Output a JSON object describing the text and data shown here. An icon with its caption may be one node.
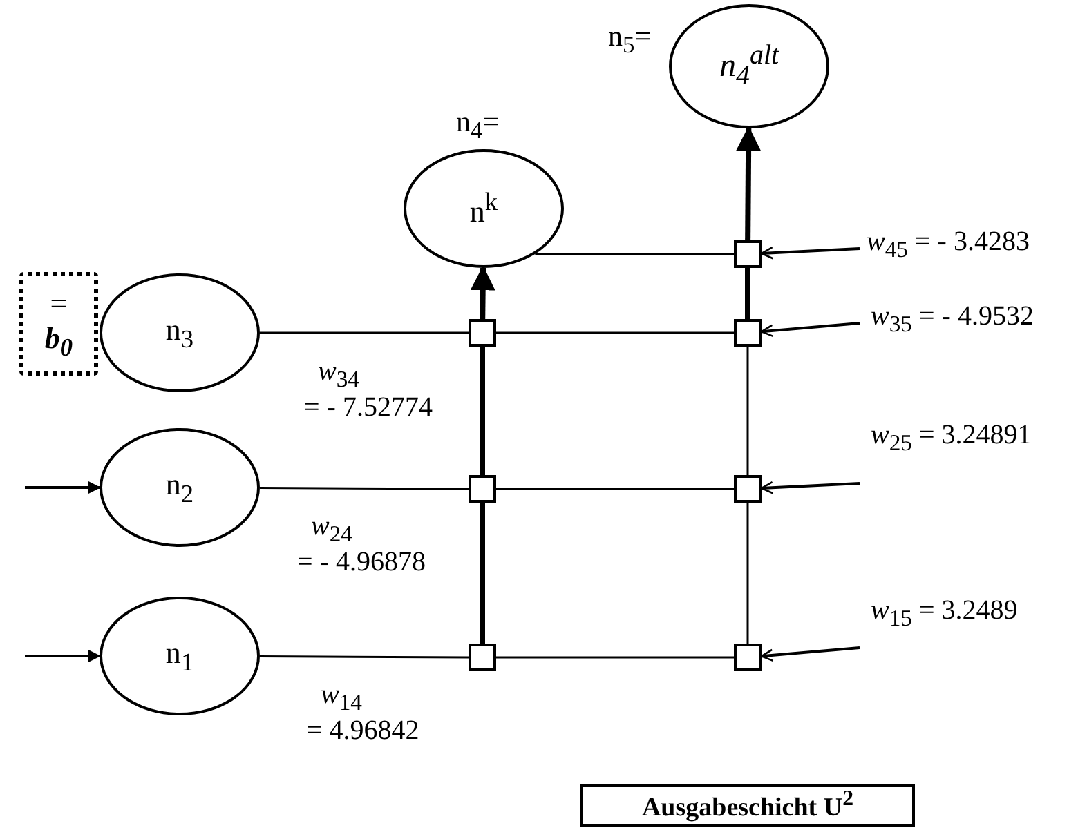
{
  "diagram": {
    "nodes": [
      {
        "text": [
          "n$_{4}$$^{alt}$"
        ],
        "beside": [
          "n$_{5}$="
        ]
      },
      {
        "text": [
          "n$^{k}$"
        ],
        "beside": [
          "n$_{4}$="
        ]
      },
      {
        "text": [
          "=",
          "b$_{0}$"
        ]
      },
      {
        "text": [
          "n$_{3}$"
        ]
      },
      {
        "text": [
          "n$_{2}$"
        ]
      },
      {
        "text": [
          "n$_{1}$"
        ]
      },
      {
        "text": [],
        "shape": "box"
      },
      {
        "text": [],
        "shape": "box"
      },
      {
        "text": [],
        "shape": "box"
      },
      {
        "text": [],
        "shape": "box"
      },
      {
        "text": [],
        "shape": "box"
      },
      {
        "text": [],
        "shape": "box"
      },
      {
        "text": [],
        "shape": "box"
      },
      {
        "text": [
          "Ausgabeschicht U$^{2}$"
        ]
      }
    ],
    "edges": [
      {
        "from": 3,
        "to": 7,
        "arrow": "none",
        "label": "*w*$_{34}$ = - 7.52774"
      },
      {
        "from": 7,
        "to": 8,
        "arrow": "none"
      },
      {
        "from": 4,
        "to": 9,
        "arrow": "none",
        "label": "*w*$_{24}$ = - 4.96878"
      },
      {
        "from": 9,
        "to": 10,
        "arrow": "none"
      },
      {
        "from": 5,
        "to": 11,
        "arrow": "none",
        "label": "*w*$_{14}$ = 4.96842"
      },
      {
        "from": 11,
        "to": 12,
        "arrow": "none"
      },
      {
        "from": 1,
        "to": 6,
        "arrow": "none"
      },
      {
        "from": 11,
        "to": 9,
        "arrow": "none",
        "style": "thick"
      },
      {
        "from": 9,
        "to": 7,
        "arrow": "none",
        "style": "thick"
      },
      {
        "from": 7,
        "to": 1,
        "arrow": "to",
        "style": "thick"
      },
      {
        "from": 12,
        "to": 10,
        "arrow": "none"
      },
      {
        "from": 10,
        "to": 8,
        "arrow": "none"
      },
      {
        "from": 8,
        "to": 6,
        "arrow": "none",
        "style": "thick"
      },
      {
        "from": 6,
        "to": 0,
        "arrow": "to",
        "style": "thick"
      },
      {
        "from": null,
        "to": 4,
        "arrow": "to"
      },
      {
        "from": null,
        "to": 5,
        "arrow": "to"
      },
      {
        "from": null,
        "to": 6,
        "arrow": "to",
        "label": "*w*$_{45}$ = - 3.4283"
      },
      {
        "from": null,
        "to": 8,
        "arrow": "to",
        "label": "*w*$_{35}$ = - 4.9532"
      },
      {
        "from": null,
        "to": 10,
        "arrow": "to",
        "label": "*w*$_{25}$ = 3.24891"
      },
      {
        "from": null,
        "to": 12,
        "arrow": "to",
        "label": "*w*$_{15}$ = 3.2489"
      }
    ]
  }
}
